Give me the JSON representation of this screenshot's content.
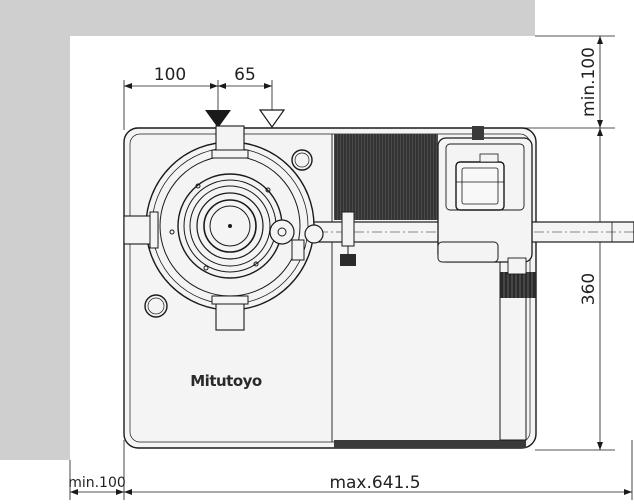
{
  "dimensions": {
    "top_left": "100",
    "top_right": "65",
    "right_top": "min.100",
    "right_height": "360",
    "bottom_left": "min.100",
    "bottom_width": "max.641.5"
  },
  "brand": {
    "logo_text": "Mitutoyo"
  },
  "colors": {
    "wall": "#cfcfcf",
    "body_fill": "#f2f2f2",
    "stroke": "#1a1a1a"
  }
}
